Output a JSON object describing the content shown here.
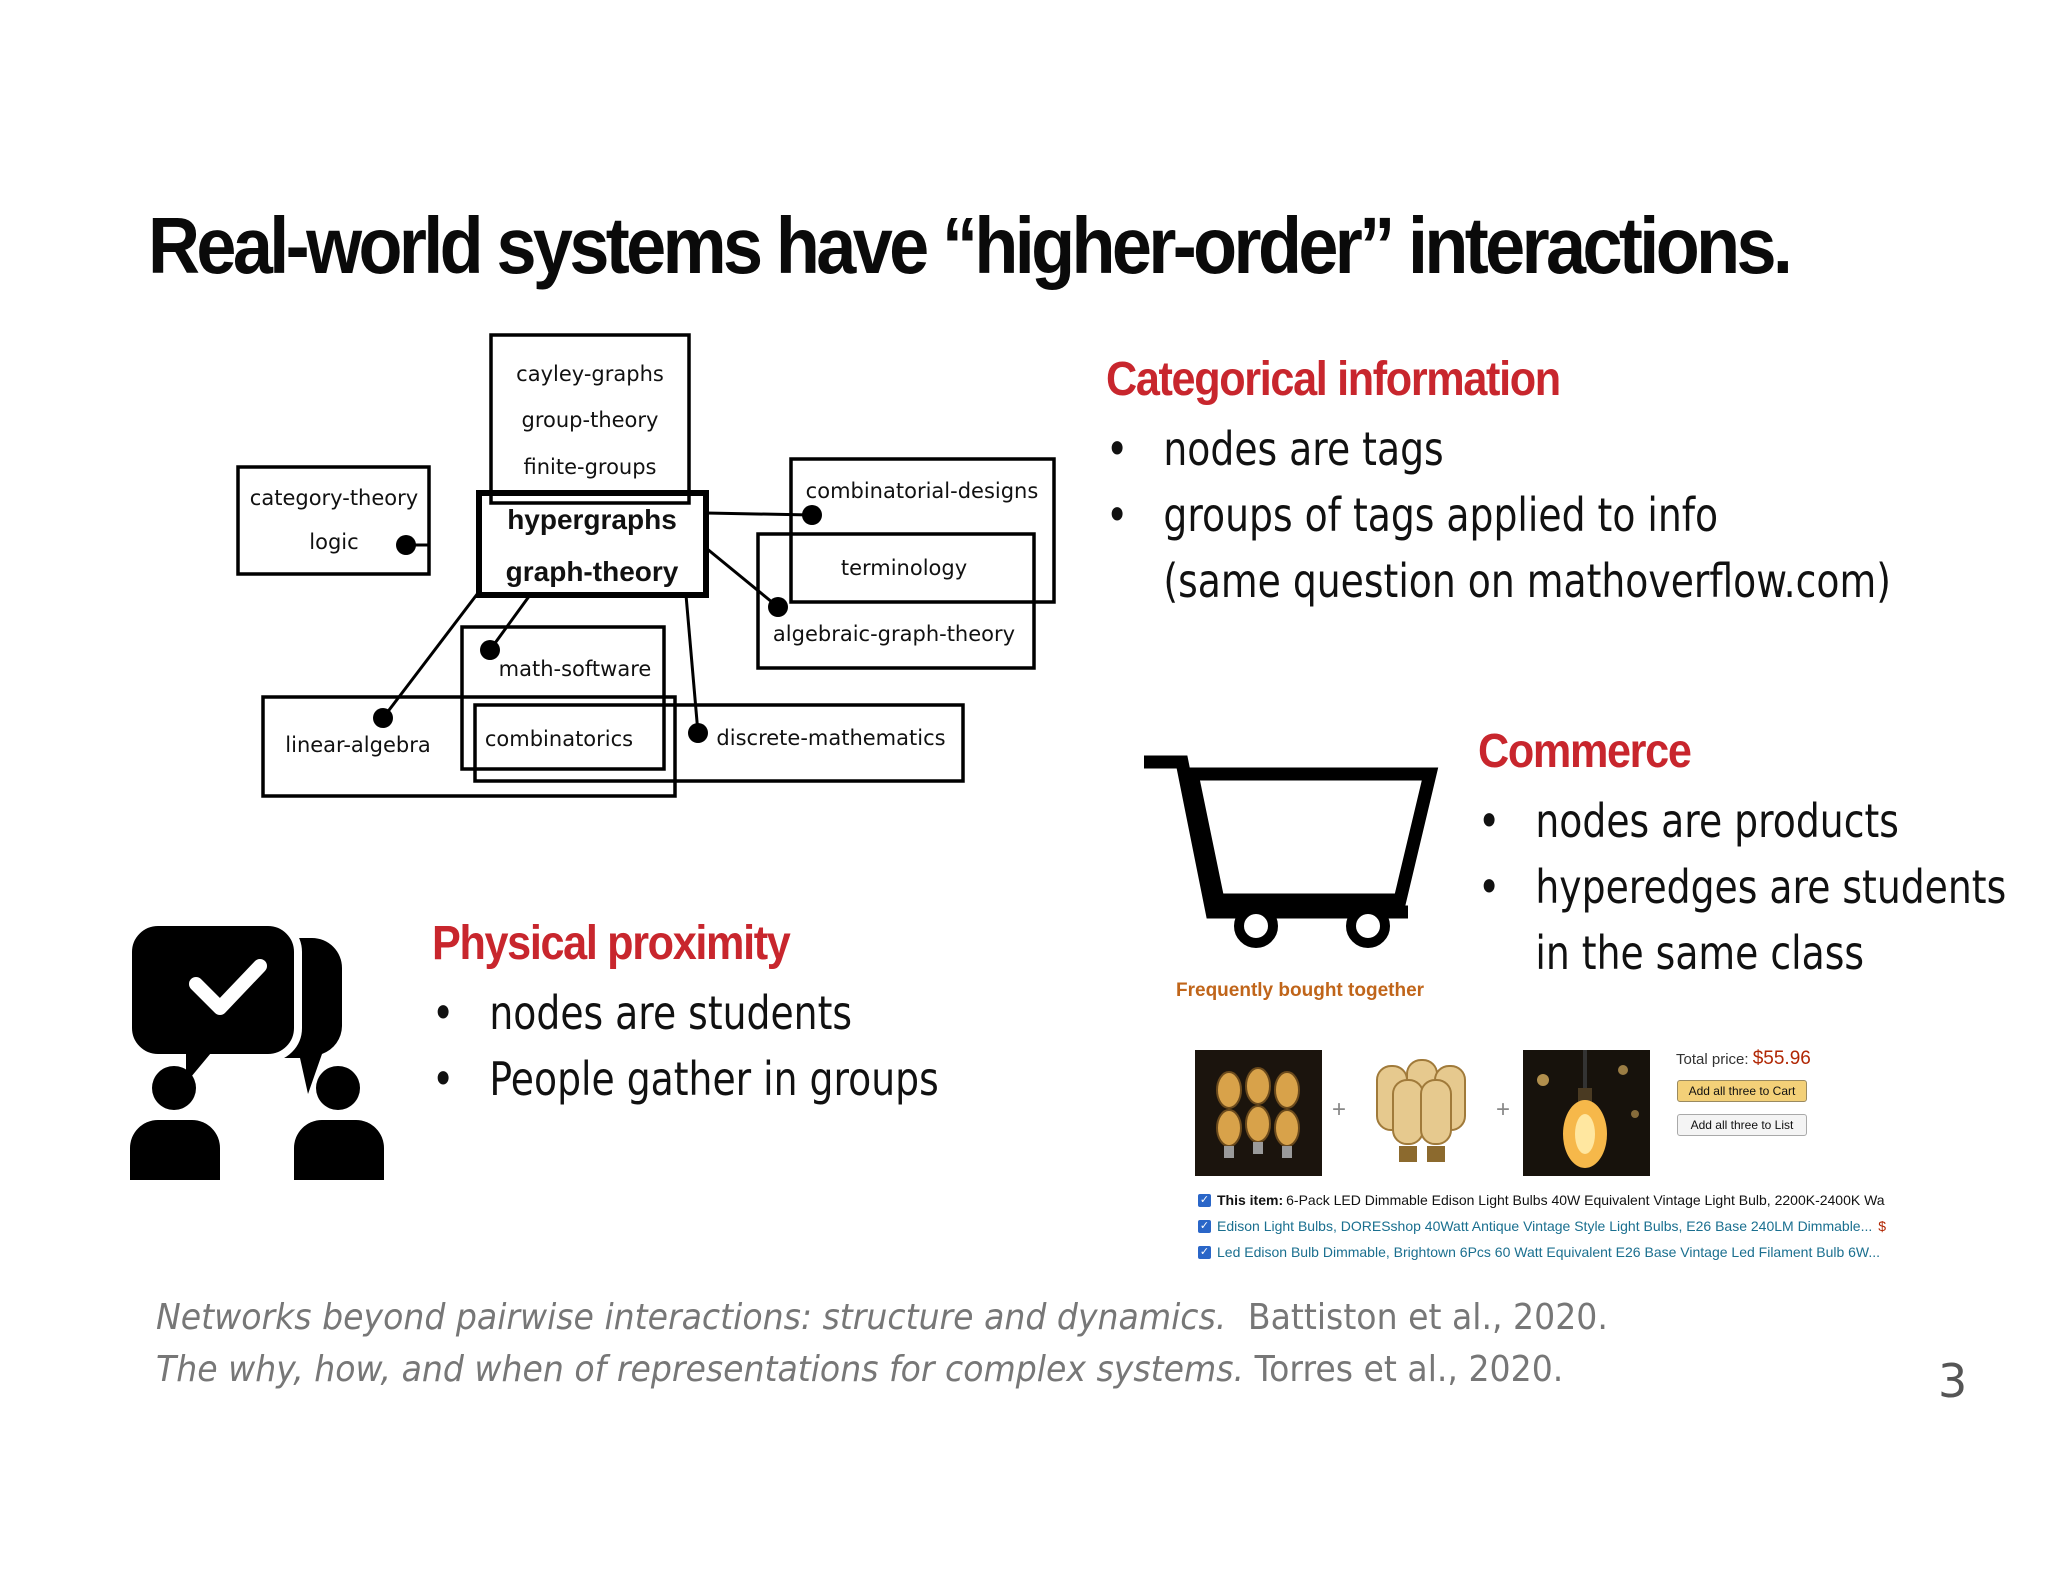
{
  "slide": {
    "title": "Real-world systems have “higher-order” interactions.",
    "page_number": "3"
  },
  "hypergraph": {
    "nodes": [
      "cayley-graphs",
      "group-theory",
      "finite-groups",
      "category-theory",
      "logic",
      "hypergraphs",
      "graph-theory",
      "combinatorial-designs",
      "terminology",
      "algebraic-graph-theory",
      "math-software",
      "linear-algebra",
      "combinatorics",
      "discrete-mathematics"
    ]
  },
  "categorical": {
    "heading": "Categorical information",
    "bullet": "•",
    "b1": "nodes are tags",
    "b2": "groups of tags applied to info",
    "b2_cont": "(same question on mathoverflow.com)"
  },
  "commerce": {
    "heading": "Commerce",
    "bullet": "•",
    "b1": "nodes are products",
    "b2": "hyperedges are students",
    "b2_cont": "in the same class",
    "icon": "shopping-cart-icon"
  },
  "physical": {
    "heading": "Physical proximity",
    "bullet": "•",
    "b1": "nodes are students",
    "b2": "People gather in groups",
    "icon": "people-chat-icon"
  },
  "amazon": {
    "heading": "Frequently bought together",
    "plus": "+",
    "total_label": "Total price:",
    "total_value": "$55.96",
    "add_cart": "Add all three to Cart",
    "add_list": "Add all three to List",
    "item1_prefix": "This item:",
    "item1": "6-Pack LED Dimmable Edison Light Bulbs 40W Equivalent Vintage Light Bulb, 2200K-2400K Wa",
    "item2": "Edison Light Bulbs, DORESshop 40Watt Antique Vintage Style Light Bulbs, E26 Base 240LM Dimmable...",
    "item2_price": "$",
    "item3": "Led Edison Bulb Dimmable, Brightown 6Pcs 60 Watt Equivalent E26 Base Vintage Led Filament Bulb 6W..."
  },
  "citations": {
    "c1_title": "Networks beyond pairwise interactions: structure and dynamics.",
    "c1_authors": "Battiston et al., 2020.",
    "c2_title": "The why, how, and when of representations for complex systems.",
    "c2_authors": "Torres et al., 2020."
  },
  "colors": {
    "accent": "#c8262d",
    "cite": "#777777",
    "amazon_orange": "#c0651a",
    "price": "#b12704"
  }
}
